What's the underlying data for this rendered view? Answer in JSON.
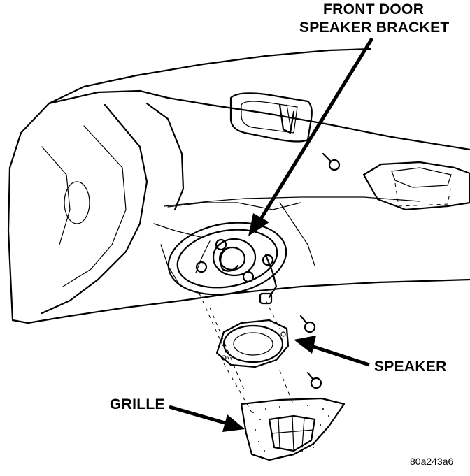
{
  "callouts": {
    "bracket_line1": "FRONT DOOR",
    "bracket_line2": "SPEAKER BRACKET",
    "speaker": "SPEAKER",
    "grille": "GRILLE"
  },
  "figure_id": "80a243a6",
  "colors": {
    "ink": "#000000",
    "paper": "#ffffff"
  }
}
